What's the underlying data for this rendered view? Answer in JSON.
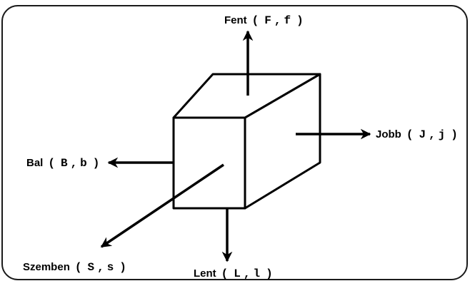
{
  "diagram": {
    "colors": {
      "ink": "#000000",
      "frame": "#1a1a1a",
      "background": "#ffffff"
    },
    "labels": {
      "up": {
        "word": "Fent",
        "upper": "F",
        "lower": "f"
      },
      "right": {
        "word": "Jobb",
        "upper": "J",
        "lower": "j"
      },
      "left": {
        "word": "Bal",
        "upper": "B",
        "lower": "b"
      },
      "down": {
        "word": "Lent",
        "upper": "L",
        "lower": "l"
      },
      "front": {
        "word": "Szemben",
        "upper": "S",
        "lower": "s"
      }
    }
  }
}
